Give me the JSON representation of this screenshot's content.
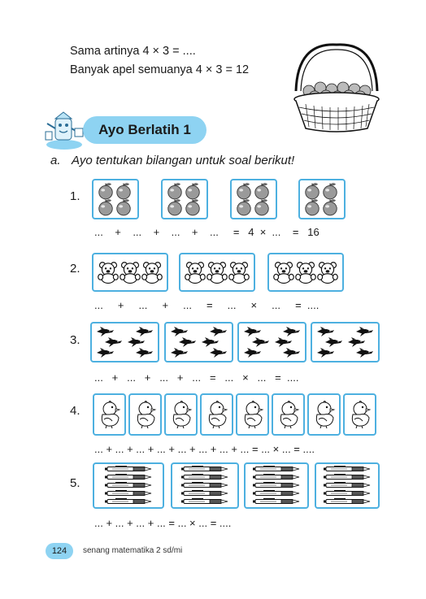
{
  "intro": {
    "line1": "Sama artinya 4 × 3 = ....",
    "line2": "Banyak apel semuanya 4 × 3 = 12"
  },
  "icons": {
    "basket": "apple-basket-illustration",
    "mascot": "pencil-mascot-illustration",
    "apple": "apple-icon",
    "bear": "teddy-bear-icon",
    "bird": "bird-icon",
    "chick": "chick-icon",
    "pen": "pen-icon"
  },
  "banner": {
    "title": "Ayo Berlatih 1"
  },
  "instruction": {
    "letter": "a.",
    "text": "Ayo tentukan bilangan untuk soal berikut!"
  },
  "exercises": [
    {
      "number": "1.",
      "equation": "...    +    ...    +    ...    +    ...     =   4  ×  ...    =   16"
    },
    {
      "number": "2.",
      "equation": "...     +     ...     +     ...     =     ...     ×     ...     =  ...."
    },
    {
      "number": "3.",
      "equation": "...   +   ...   +   ...   +   ...   =   ...   ×   ...   =  ...."
    },
    {
      "number": "4.",
      "equation": "... + ... + ... + ... + ... + ... + ... + ... = ... × ... = ...."
    },
    {
      "number": "5.",
      "equation": "... + ... + ... + ... = ... × ... = ...."
    }
  ],
  "footer": {
    "page_number": "124",
    "book_title": "senang matematika 2 sd/mi"
  },
  "colors": {
    "accent": "#8ed3f2",
    "box_border": "#4db0e0"
  }
}
